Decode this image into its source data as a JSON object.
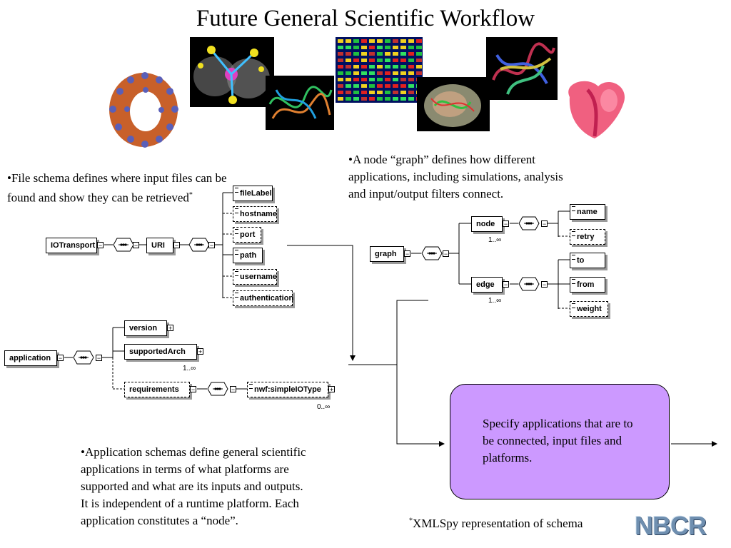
{
  "title": "Future General Scientific Workflow",
  "images": [
    {
      "name": "nanotube-image"
    },
    {
      "name": "molecule-image"
    },
    {
      "name": "protein-ribbon-image"
    },
    {
      "name": "microarray-image"
    },
    {
      "name": "cell-tomography-image"
    },
    {
      "name": "protein-structure-image"
    },
    {
      "name": "heart-model-image"
    }
  ],
  "file_schema_note": {
    "text": "•File schema defines where input files can be found and show they can be retrieved",
    "footnote_mark": "*"
  },
  "graph_note": "•A node “graph” defines how different applications, including simulations, analysis and input/output filters connect.",
  "application_note": "•Application schemas define general scientific applications in terms of what platforms are supported and what are its inputs and outputs. It is independent of a runtime platform.  Each application constitutes a “node”.",
  "file_schema": {
    "root": "IOTransport",
    "child": "URI",
    "elements": [
      {
        "label": "fileLabel",
        "optional": false
      },
      {
        "label": "hostname",
        "optional": true
      },
      {
        "label": "port",
        "optional": true
      },
      {
        "label": "path",
        "optional": false
      },
      {
        "label": "username",
        "optional": true
      },
      {
        "label": "authentication",
        "optional": true
      }
    ]
  },
  "graph_schema": {
    "root": "graph",
    "node": "node",
    "node_card": "1..∞",
    "node_children": [
      {
        "label": "name",
        "optional": false
      },
      {
        "label": "retry",
        "optional": true
      }
    ],
    "edge": "edge",
    "edge_card": "1..∞",
    "edge_children": [
      {
        "label": "to",
        "optional": false
      },
      {
        "label": "from",
        "optional": false
      },
      {
        "label": "weight",
        "optional": true
      }
    ]
  },
  "application_schema": {
    "root": "application",
    "version": "version",
    "supportedArch": "supportedArch",
    "supportedArch_card": "1..∞",
    "requirements": "requirements",
    "io_type": "nwf:simpleIOType",
    "io_card": "0..∞"
  },
  "workflow_box": "Specify applications that are  to be connected, input files and platforms.",
  "footnote": {
    "mark": "*",
    "text": "XMLSpy representation of schema"
  },
  "logo": "NBCR",
  "colors": {
    "workflow_box": "#cc99ff",
    "logo": "#6f8fb0"
  }
}
